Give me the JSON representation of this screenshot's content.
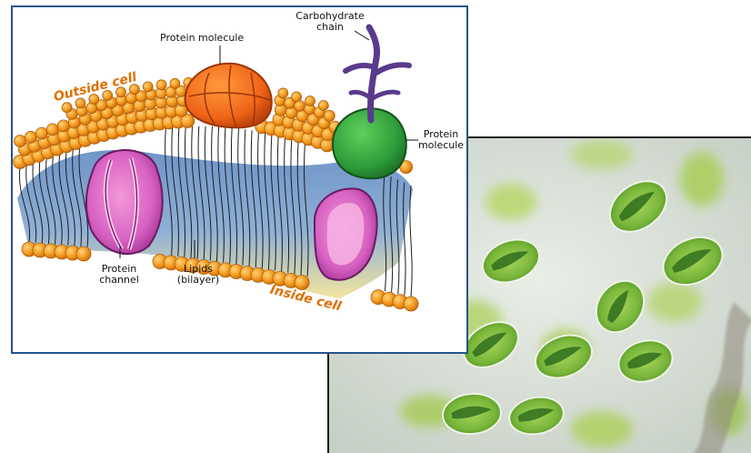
{
  "diagram": {
    "labels": {
      "outside_cell": "Outside cell",
      "inside_cell": "Inside cell",
      "protein_molecule_top": "Protein molecule",
      "carbohydrate_chain": "Carbohydrate chain",
      "protein_molecule_right": "Protein molecule",
      "protein_channel": "Protein channel",
      "lipids_bilayer": "Lipids (bilayer)"
    },
    "colors": {
      "panel_border": "#27548a",
      "lipid_head": "#f29a1f",
      "tail_band_blue": "#6f95c8",
      "tail_band_yellow": "#f3e59f",
      "protein_orange": "#f06418",
      "protein_green": "#2d9b3a",
      "channel_magenta": "#c43fb5",
      "carbohydrate_purple": "#5a3a8c",
      "label_orange": "#e06f00"
    }
  },
  "photo": {
    "colors": {
      "background": "#d7dfd8",
      "cell_green": "#78b63a",
      "chloroplast_dark": "#2f6f1d"
    }
  }
}
